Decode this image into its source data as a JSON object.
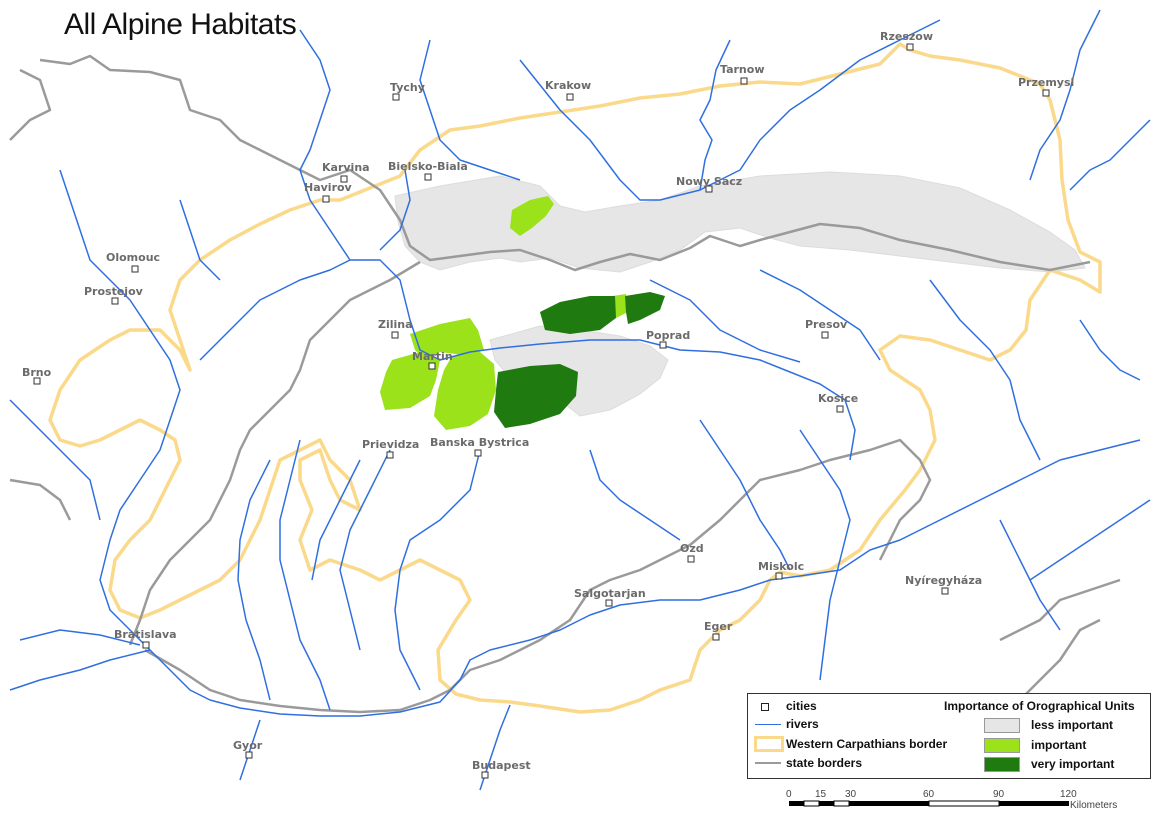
{
  "title": "All Alpine Habitats",
  "cities": [
    {
      "name": "Rzeszow"
    },
    {
      "name": "Tarnow"
    },
    {
      "name": "Krakow"
    },
    {
      "name": "Tychy"
    },
    {
      "name": "Przemysl"
    },
    {
      "name": "Karvina"
    },
    {
      "name": "Bielsko-Biala"
    },
    {
      "name": "Havirov"
    },
    {
      "name": "Nowy Sacz"
    },
    {
      "name": "Olomouc"
    },
    {
      "name": "Prostejov"
    },
    {
      "name": "Zilina"
    },
    {
      "name": "Martin"
    },
    {
      "name": "Poprad"
    },
    {
      "name": "Presov"
    },
    {
      "name": "Brno"
    },
    {
      "name": "Kosice"
    },
    {
      "name": "Prievidza"
    },
    {
      "name": "Banska Bystrica"
    },
    {
      "name": "Ozd"
    },
    {
      "name": "Miskolc"
    },
    {
      "name": "Nyíregyháza"
    },
    {
      "name": "Salgotarjan"
    },
    {
      "name": "Eger"
    },
    {
      "name": "Bratislava"
    },
    {
      "name": "Gyor"
    },
    {
      "name": "Budapest"
    }
  ],
  "legend": {
    "cities": "cities",
    "rivers": "rivers",
    "border": "Western Carpathians border",
    "state": "state borders",
    "importance_title": "Importance of Orographical Units",
    "less": "less important",
    "important": "important",
    "very": "very important"
  },
  "colors": {
    "river": "#2f6fe0",
    "border": "#fbd98a",
    "state": "#9a9a9a",
    "less": "#e6e6e6",
    "important": "#9be21b",
    "very": "#1f7a10"
  },
  "scale": {
    "ticks": [
      "0",
      "15",
      "30",
      "60",
      "90",
      "120"
    ],
    "unit": "Kilometers"
  }
}
